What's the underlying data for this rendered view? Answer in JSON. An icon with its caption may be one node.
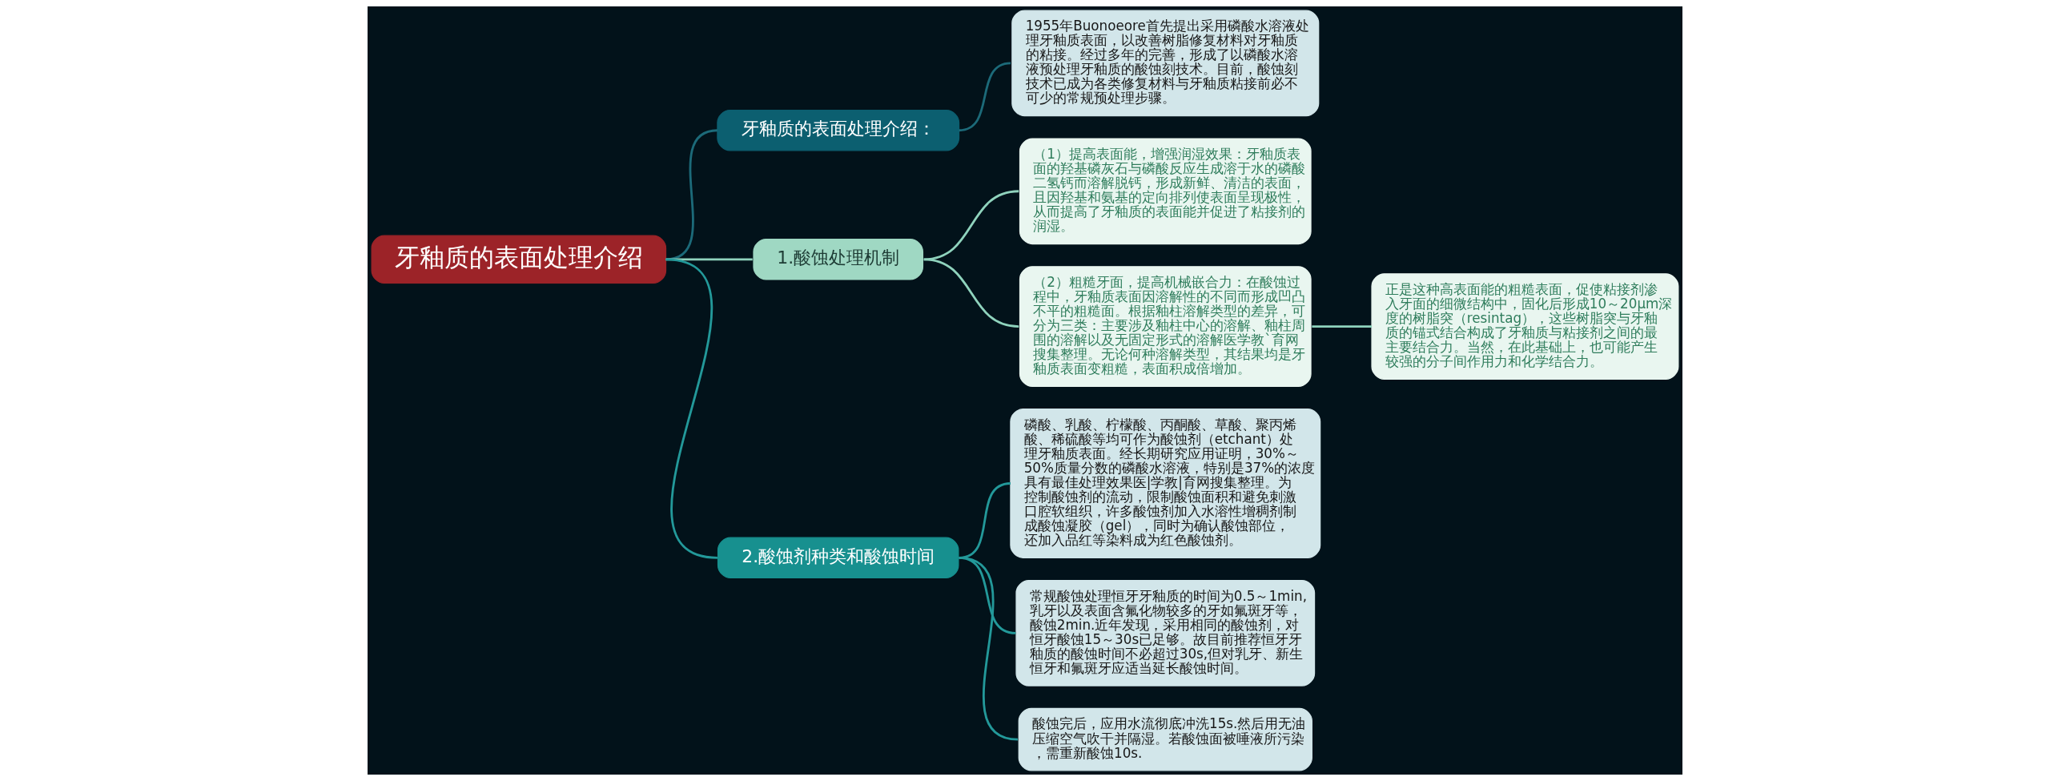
{
  "diagram": {
    "nodes": [
      {
        "text": [
          "牙釉质的表面处理介绍"
        ]
      },
      {
        "text": [
          "牙釉质的表面处理介绍："
        ]
      },
      {
        "text": [
          "1955年Buonoeore首先提出采用磷酸水溶液处理牙釉质表面，以改善树脂修复材料对牙釉质的粘接。经过多年的完善，形成了以磷酸水溶液预处理牙釉质的酸蚀刻技术。目前，酸蚀刻技术已成为各类修复材料与牙釉质粘接前必不可少的常规预处理步骤。"
        ]
      },
      {
        "text": [
          "1.酸蚀处理机制"
        ]
      },
      {
        "text": [
          "（1）提高表面能，增强润湿效果：牙釉质表面的羟基磷灰石与磷酸反应生成溶于水的磷酸二氢钙而溶解脱钙，形成新鲜、清洁的表面，且因羟基和氨基的定向排列使表面呈现极性，从而提高了牙釉质的表面能并促进了粘接剂的润湿。"
        ]
      },
      {
        "text": [
          "（2）粗糙牙面，提高机械嵌合力：在酸蚀过程中，牙釉质表面因溶解性的不同而形成凹凸不平的粗糙面。根据釉柱溶解类型的差异，可分为三类：主要涉及釉柱中心的溶解、釉柱周围的溶解以及无固定形式的溶解医学教`育网搜集整理。无论何种溶解类型，其结果均是牙釉质表面变粗糙，表面积成倍增加。"
        ]
      },
      {
        "text": [
          "正是这种高表面能的粗糙表面，促使粘接剂渗入牙面的细微结构中，固化后形成10～20μm深度的树脂突（resintag），这些树脂突与牙釉质的锚式结合构成了牙釉质与粘接剂之间的最主要结合力。当然，在此基础上，也可能产生较强的分子间作用力和化学结合力。"
        ]
      },
      {
        "text": [
          "2.酸蚀剂种类和酸蚀时间"
        ]
      },
      {
        "text": [
          "磷酸、乳酸、柠檬酸、丙酮酸、草酸、聚丙烯酸、稀硫酸等均可作为酸蚀剂（etchant）处理牙釉质表面。经长期研究应用证明，30%～50%质量分数的磷酸水溶液，特别是37%的浓度具有最佳处理效果医|学教|育网搜集整理。为控制酸蚀剂的流动，限制酸蚀面积和避免刺激口腔软组织，许多酸蚀剂加入水溶性增稠剂制成酸蚀凝胶（gel），同时为确认酸蚀部位，还加入品红等染料成为红色酸蚀剂。"
        ]
      },
      {
        "text": [
          "常规酸蚀处理恒牙牙釉质的时间为0.5～1min,乳牙以及表面含氟化物较多的牙如氟斑牙等，酸蚀2min.近年发现，采用相同的酸蚀剂，对恒牙酸蚀15～30s已足够。故目前推荐恒牙牙釉质的酸蚀时间不必超过30s,但对乳牙、新生恒牙和氟斑牙应适当延长酸蚀时间。"
        ]
      },
      {
        "text": [
          "酸蚀完后，应用水流彻底冲洗15s.然后用无油压缩空气吹干并隔湿。若酸蚀面被唾液所污染，需重新酸蚀10s."
        ]
      }
    ],
    "edges": [
      {
        "from": 0,
        "to": 1,
        "arrow": "none",
        "color": "#1c6a79"
      },
      {
        "from": 1,
        "to": 2,
        "arrow": "none",
        "color": "#1c6a79"
      },
      {
        "from": 0,
        "to": 3,
        "arrow": "none",
        "color": "#8fd3bd"
      },
      {
        "from": 3,
        "to": 4,
        "arrow": "none",
        "color": "#8fd3bd"
      },
      {
        "from": 3,
        "to": 5,
        "arrow": "none",
        "color": "#8fd3bd"
      },
      {
        "from": 5,
        "to": 6,
        "arrow": "none",
        "color": "#8fd3bd"
      },
      {
        "from": 0,
        "to": 7,
        "arrow": "none",
        "color": "#23999a"
      },
      {
        "from": 7,
        "to": 8,
        "arrow": "none",
        "color": "#23999a"
      },
      {
        "from": 7,
        "to": 9,
        "arrow": "none",
        "color": "#23999a"
      },
      {
        "from": 7,
        "to": 10,
        "arrow": "none",
        "color": "#23999a"
      }
    ]
  }
}
